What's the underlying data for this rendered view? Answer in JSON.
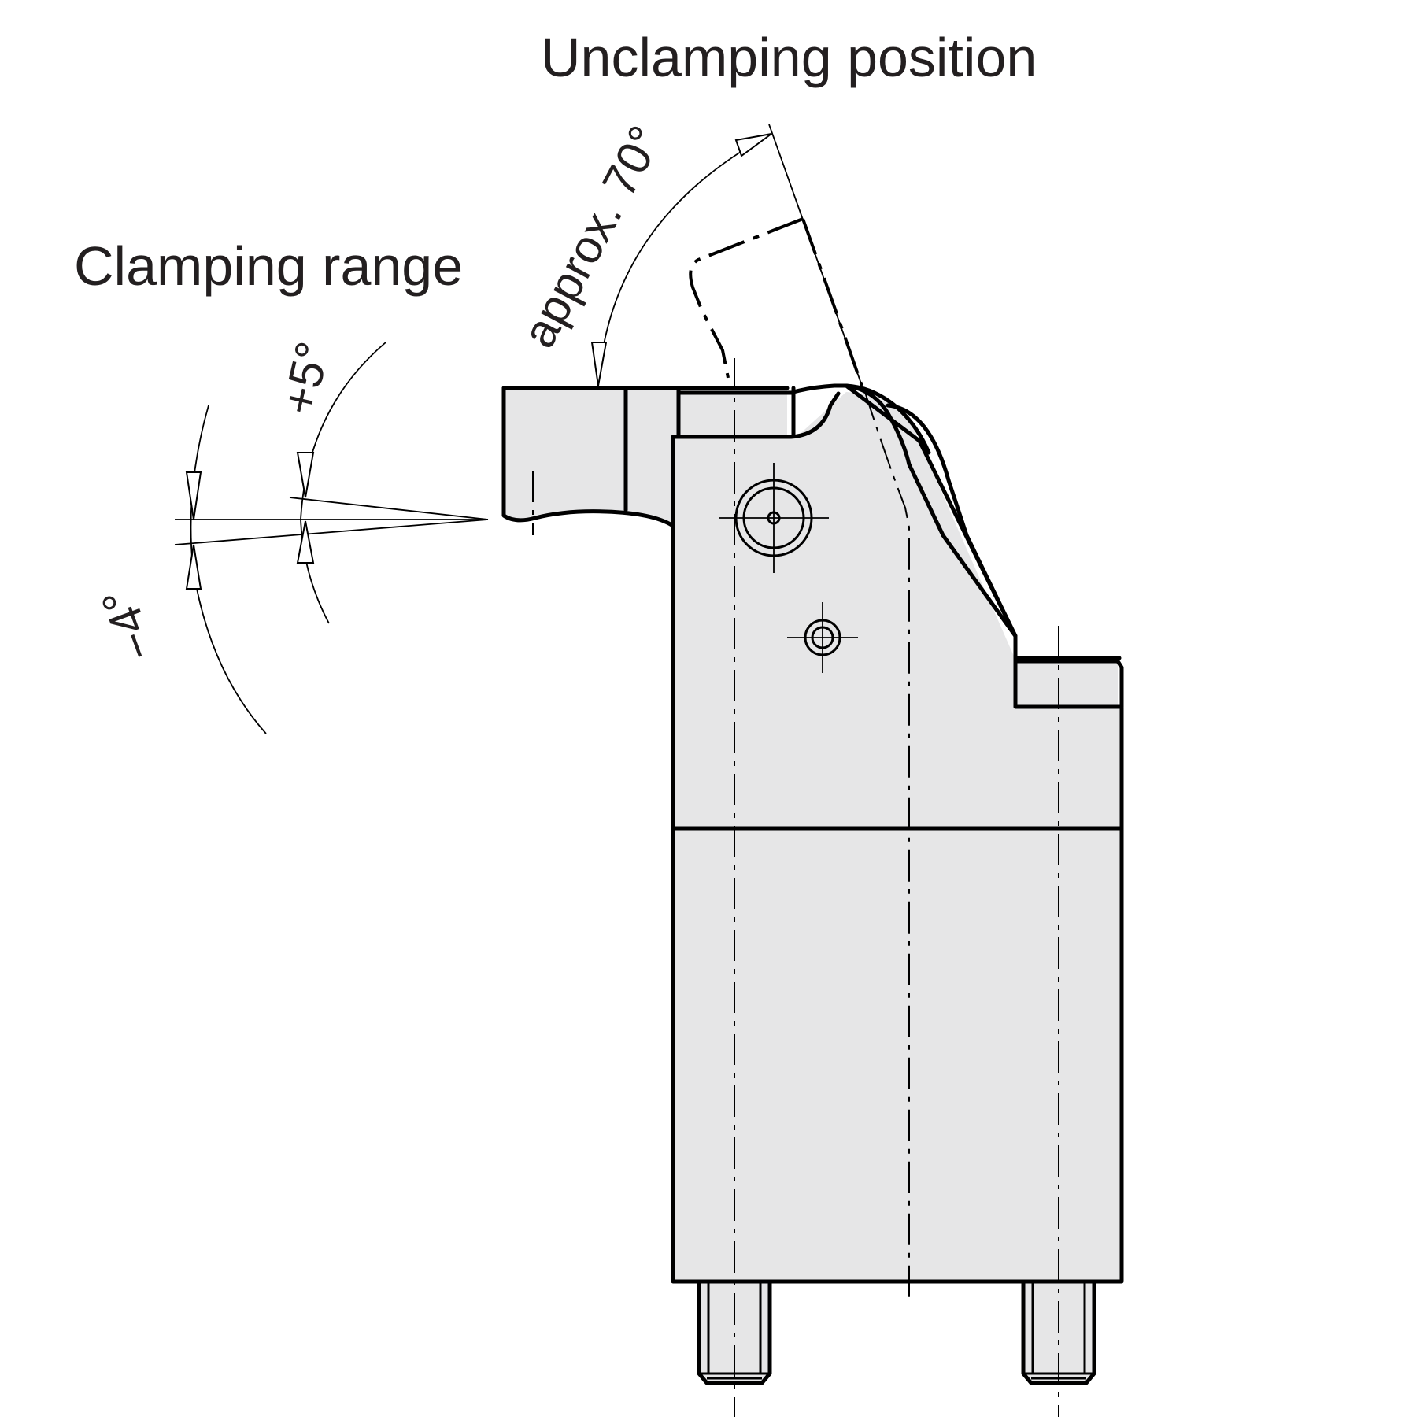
{
  "labels": {
    "unclamping_position": "Unclamping position",
    "clamping_range": "Clamping range",
    "approx_angle": "approx. 70°",
    "plus_angle": "+5°",
    "minus_angle": "−4°"
  }
}
